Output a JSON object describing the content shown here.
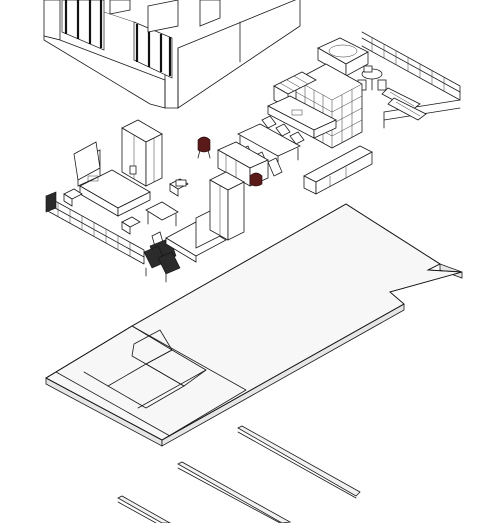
{
  "diagram": {
    "style": "exploded axonometric line drawing",
    "layers": [
      {
        "id": "walls",
        "label": ""
      },
      {
        "id": "furniture",
        "label": ""
      },
      {
        "id": "floor-slab",
        "label": ""
      },
      {
        "id": "beams",
        "label": ""
      }
    ],
    "colors": {
      "line": "#1a1a1a",
      "background": "#ffffff",
      "slab_fill": "#f7f7f7",
      "chair_accent": "#5a1a1a"
    }
  }
}
